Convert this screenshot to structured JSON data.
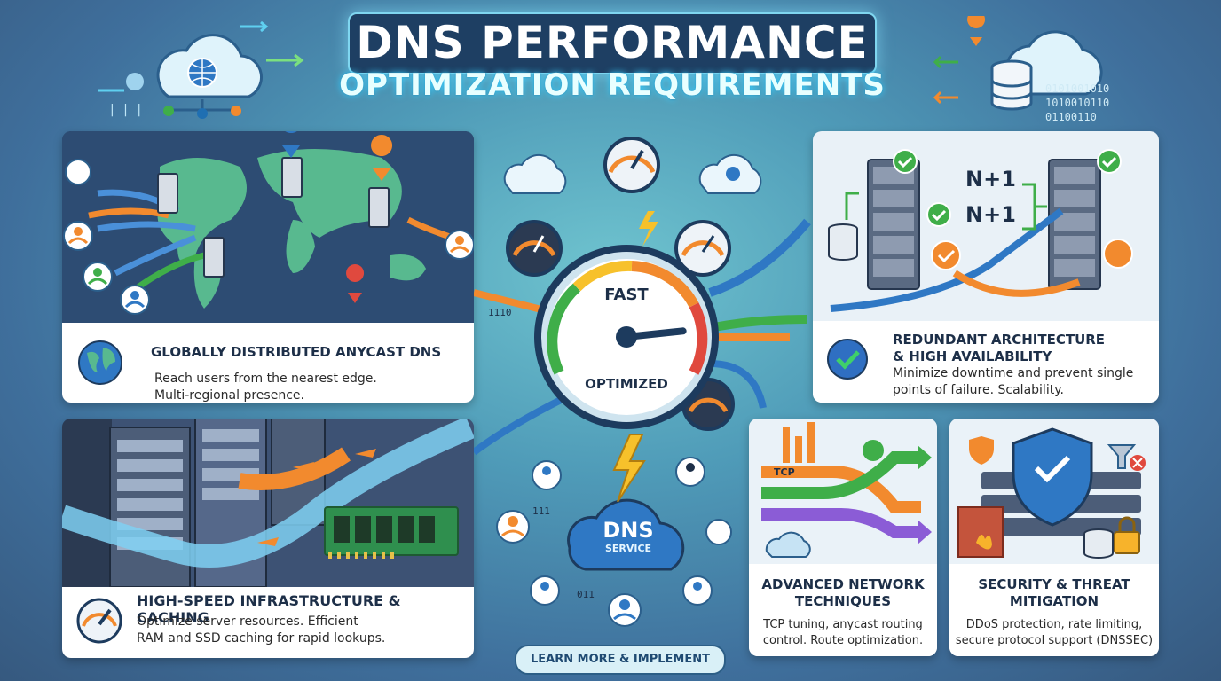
{
  "header": {
    "title_line1": "DNS PERFORMANCE",
    "title_line2": "OPTIMIZATION REQUIREMENTS"
  },
  "center": {
    "gauge_top_label": "FAST",
    "gauge_bottom_label": "OPTIMIZED",
    "gauge_level_percent": 85,
    "dns_cloud_label": "DNS",
    "dns_cloud_sublabel": "SERVICE",
    "binary_left": "1110",
    "binary_bottom": "011",
    "binary_bottom2": "111",
    "cta_button": "LEARN MORE & IMPLEMENT"
  },
  "decor": {
    "binary_top_right_1": "0101001010",
    "binary_top_right_2": "1010010110",
    "binary_top_right_3": "01100110",
    "binary_top_left": "| | |"
  },
  "panels": {
    "anycast": {
      "title": "GLOBALLY DISTRIBUTED ANYCAST DNS",
      "desc_line1": "Reach users from the nearest edge.",
      "desc_line2": "Multi-regional presence."
    },
    "redundant": {
      "title_line1": "REDUNDANT ARCHITECTURE",
      "title_line2": "& HIGH AVAILABILITY",
      "desc_line1": "Minimize downtime and prevent single",
      "desc_line2": "points of failure. Scalability.",
      "label_n1_a": "N+1",
      "label_n1_b": "N+1"
    },
    "infra": {
      "title": "HIGH-SPEED INFRASTRUCTURE & CACHING",
      "desc_line1": "Optimize server resources. Efficient",
      "desc_line2": "RAM and SSD caching for rapid lookups."
    },
    "network": {
      "title_line1": "ADVANCED NETWORK",
      "title_line2": "TECHNIQUES",
      "desc_line1": "TCP tuning, anycast routing",
      "desc_line2": "control. Route optimization.",
      "tcp_label": "TCP"
    },
    "security": {
      "title_line1": "SECURITY & THREAT",
      "title_line2": "MITIGATION",
      "desc_line1": "DDoS protection, rate limiting,",
      "desc_line2": "secure protocol support (DNSSEC)"
    }
  },
  "colors": {
    "accent_blue": "#1f6fb2",
    "accent_orange": "#f28a2e",
    "accent_green": "#3fae49",
    "check_blue": "#2f6fc2"
  }
}
